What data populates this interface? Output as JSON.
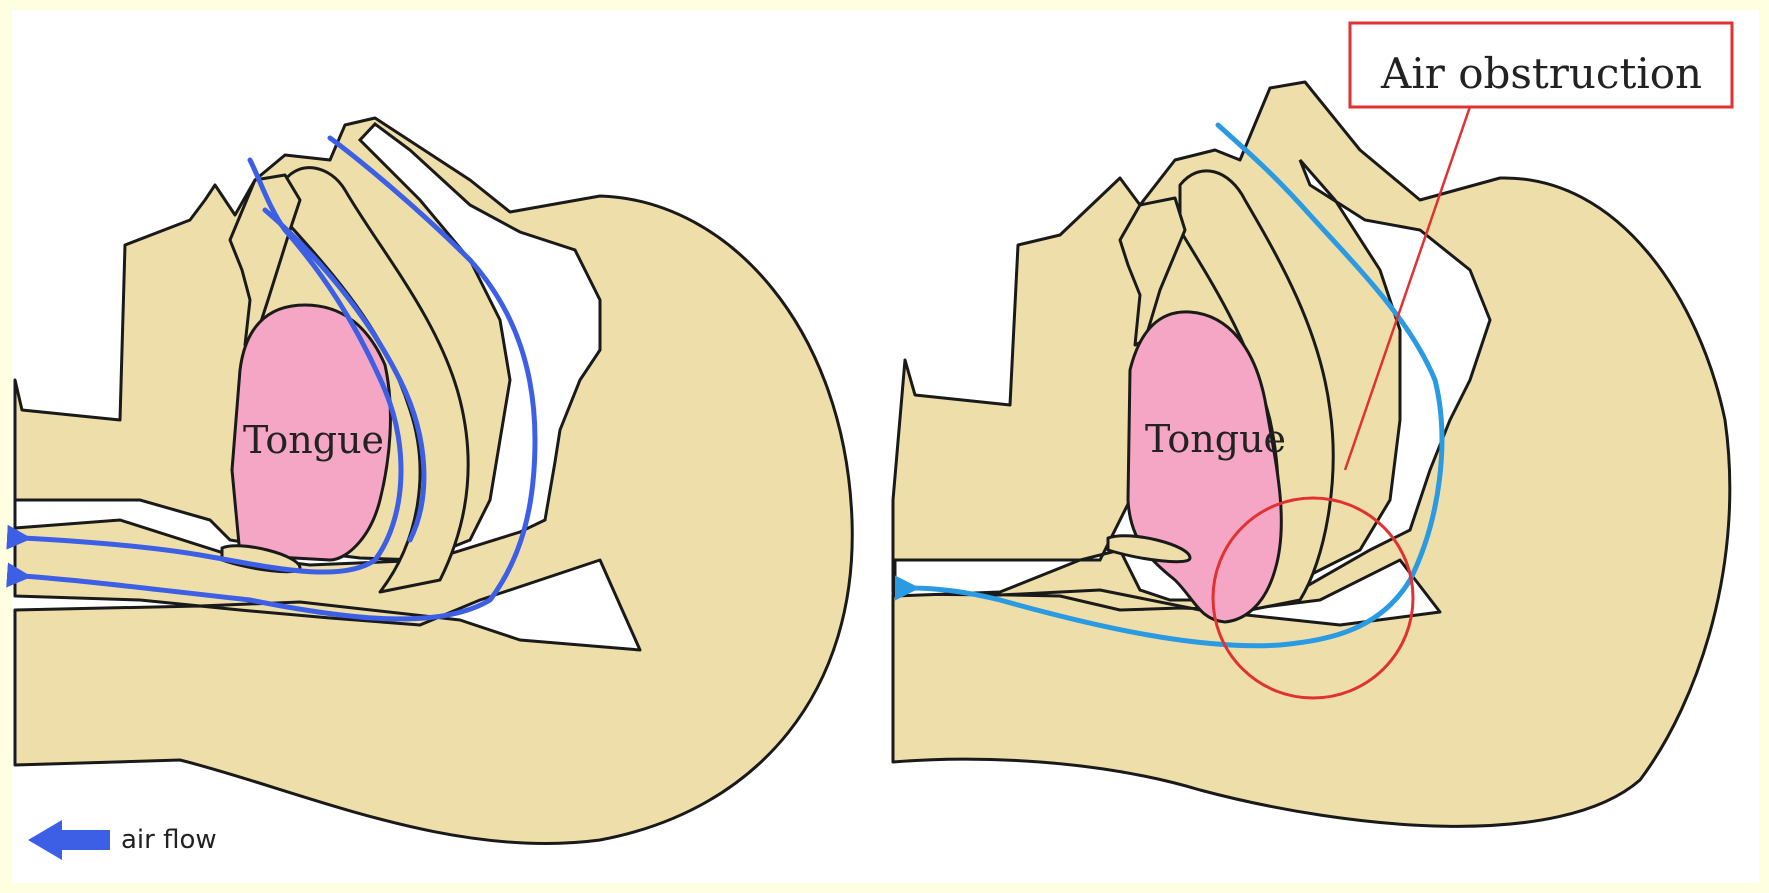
{
  "left_panel": {
    "tongue_label": "Tongue"
  },
  "right_panel": {
    "tongue_label": "Tongue",
    "callout_label": "Air obstruction"
  },
  "legend": {
    "label": "air flow",
    "icon": "arrow-left-icon"
  },
  "colors": {
    "background": "#fefee0",
    "tissue": "#eedfaa",
    "tongue": "#f4a6c4",
    "flow_normal": "#3d5fe6",
    "flow_blocked": "#2a9ae3",
    "obstruction": "#e03232"
  }
}
